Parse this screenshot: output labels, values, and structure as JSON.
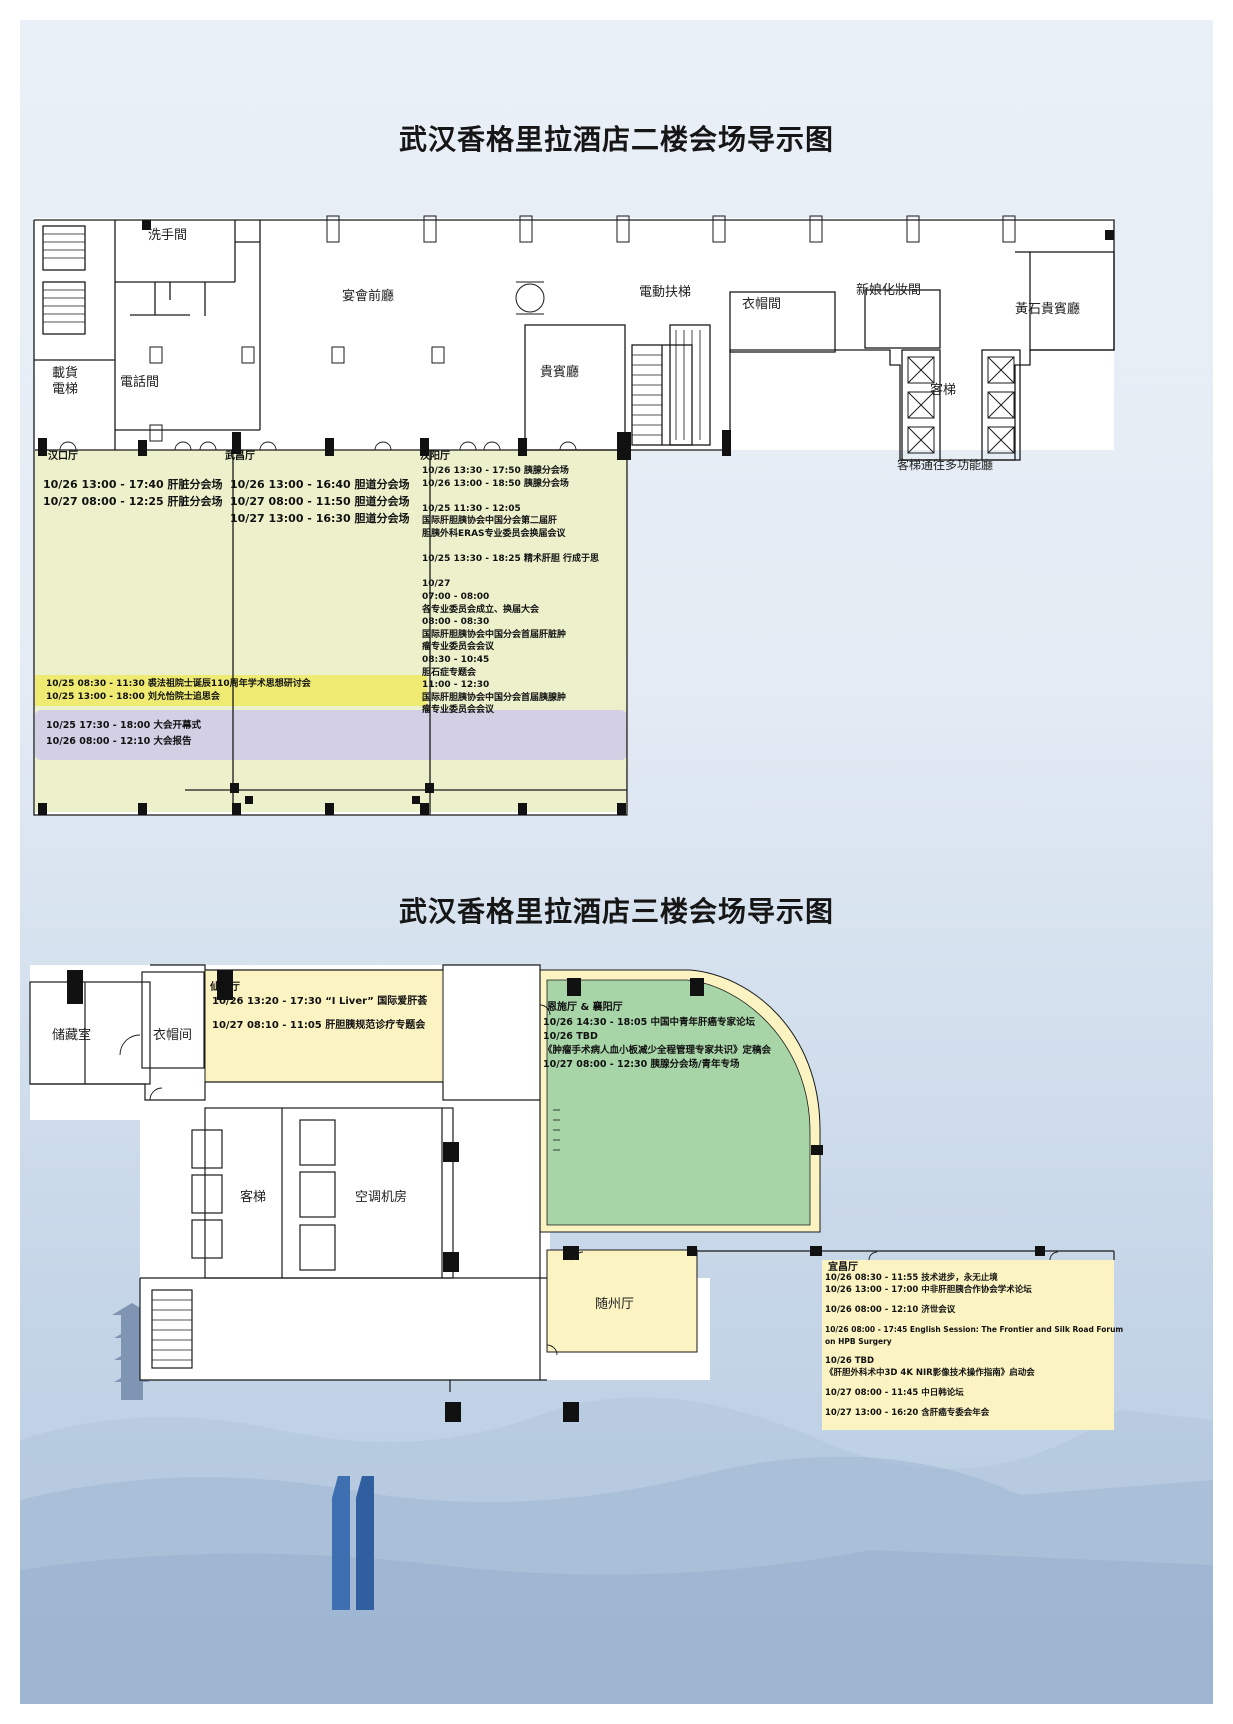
{
  "floor2": {
    "title": "武汉香格里拉酒店二楼会场导示图",
    "labels": {
      "restroom": "洗手間",
      "banquet_foyer": "宴會前廳",
      "escalator": "電動扶梯",
      "cloakroom": "衣帽間",
      "bridal_room": "新娘化妝間",
      "topaz_vip": "黃石貴賓廳",
      "freight_elevator": "載貨電梯",
      "phone_room": "電話間",
      "vip_room": "貴賓廳",
      "guest_elevator": "客梯",
      "elevator_note": "客梯通往多功能廳"
    },
    "rooms": {
      "hankou": {
        "name": "汉口厅",
        "items": [
          "10/26  13:00 - 17:40  肝脏分会场",
          "10/27  08:00 - 12:25  肝脏分会场"
        ]
      },
      "wuchang": {
        "name": "武昌厅",
        "items": [
          "10/26  13:00 - 16:40  胆道分会场",
          "10/27  08:00 - 11:50  胆道分会场",
          "10/27  13:00 - 16:30  胆道分会场"
        ]
      },
      "hanyang": {
        "name": "汉阳厅",
        "items": [
          "10/26  13:30 - 17:50  胰腺分会场",
          "10/26  13:00 - 18:50  胰腺分会场",
          "",
          "10/25  11:30 - 12:05",
          "国际肝胆胰协会中国分会第二届肝",
          "胆胰外科ERAS专业委员会换届会议",
          "",
          "10/25  13:30 - 18:25  精术肝胆 行成于思",
          "",
          "10/27",
          "07:00 - 08:00",
          "各专业委员会成立、换届大会",
          "08:00 - 08:30",
          "国际肝胆胰协会中国分会首届肝脏肿",
          "瘤专业委员会会议",
          "08:30 - 10:45",
          "胆石症专题会",
          "11:00 - 12:30",
          "国际肝胆胰协会中国分会首届胰腺肿",
          "瘤专业委员会会议"
        ]
      },
      "yellow_band": [
        "10/25  08:30 - 11:30  裘法祖院士诞辰110周年学术思想研讨会",
        "10/25  13:00 - 18:00  刘允怡院士追思会"
      ],
      "purple_band": [
        "10/25  17:30 - 18:00  大会开幕式",
        "10/26  08:00 - 12:10  大会报告"
      ]
    }
  },
  "floor3": {
    "title": "武汉香格里拉酒店三楼会场导示图",
    "labels": {
      "storage": "储藏室",
      "cloakroom": "衣帽间",
      "guest_elevator": "客梯",
      "ac_room": "空调机房",
      "suizhou": "随州厅"
    },
    "rooms": {
      "xiantao": {
        "name": "仙桃厅",
        "items": [
          "10/26  13:20 - 17:30      “I Liver” 国际爱肝荟",
          "10/27  08:10 - 11:05      肝胆胰规范诊疗专题会"
        ]
      },
      "enshi_xiangyang": {
        "name": "恩施厅 & 襄阳厅",
        "items": [
          "10/26  14:30 - 18:05  中国中青年肝癌专家论坛",
          "10/26  TBD",
          "《肿瘤手术病人血小板减少全程管理专家共识》定稿会",
          "10/27  08:00 - 12:30  胰腺分会场/青年专场"
        ]
      },
      "yichang": {
        "name": "宜昌厅",
        "items": [
          "10/26  08:30 - 11:55  技术进步，永无止境",
          "10/26  13:00 - 17:00  中非肝胆胰合作协会学术论坛",
          "",
          "10/26  08:00 - 12:10  济世会议",
          "",
          "10/26  08:00 - 17:45  English Session: The Frontier and Silk Road Forum",
          "on HPB Surgery",
          "",
          "10/26  TBD",
          "《肝胆外科术中3D 4K NIR影像技术操作指南》启动会",
          "",
          "10/27  08:00 - 11:45  中日韩论坛",
          "",
          "10/27  13:00 - 16:20  含肝癌专委会年会"
        ]
      }
    }
  },
  "colors": {
    "room_green": "#ecf1cc",
    "room_yellow": "#fbf4c2",
    "band_yellow": "#eeea72",
    "band_purple": "#d3d0e6",
    "room_green_dark": "#a8d5a8"
  }
}
